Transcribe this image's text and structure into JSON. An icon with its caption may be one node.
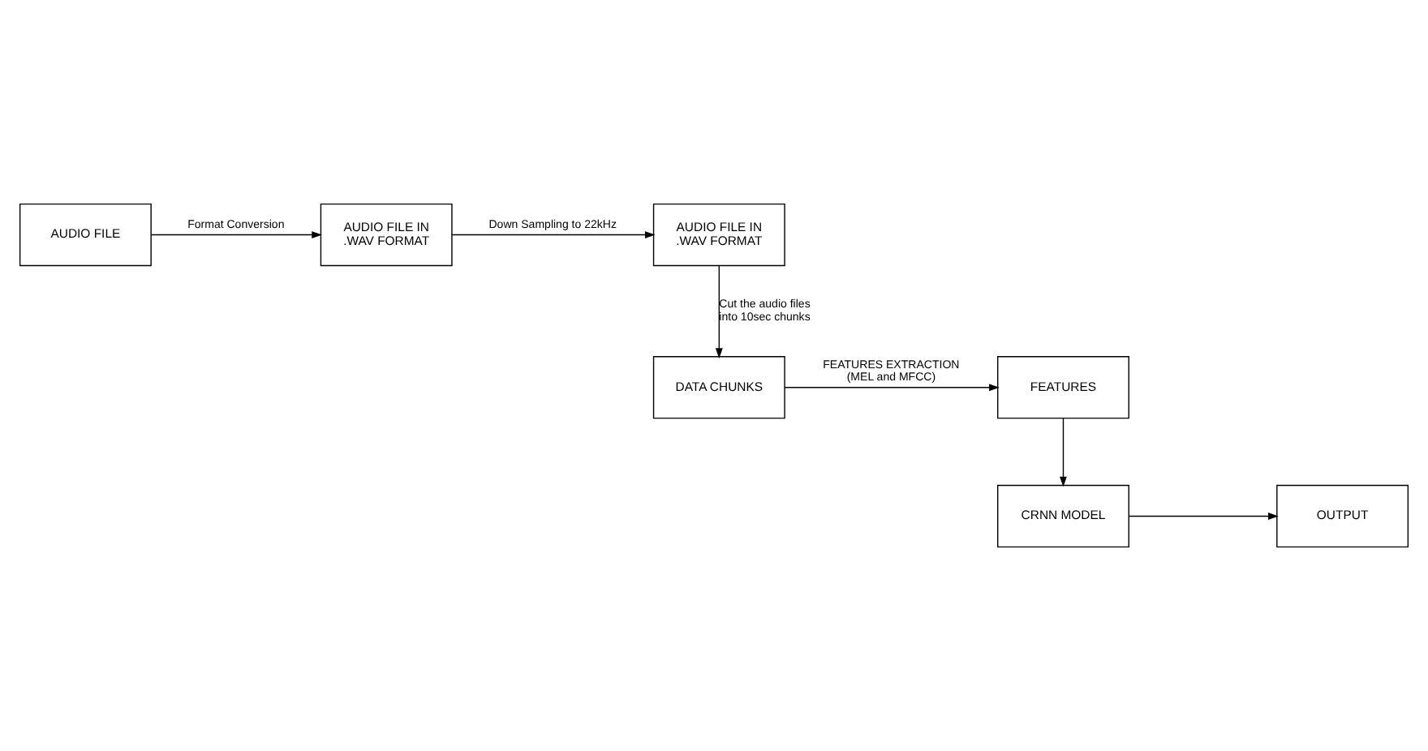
{
  "diagram": {
    "nodes": [
      {
        "text": [
          "AUDIO FILE"
        ]
      },
      {
        "text": [
          "AUDIO FILE IN .WAV FORMAT"
        ]
      },
      {
        "text": [
          "AUDIO FILE IN .WAV FORMAT"
        ]
      },
      {
        "text": [
          "DATA CHUNKS"
        ]
      },
      {
        "text": [
          "FEATURES"
        ]
      },
      {
        "text": [
          "CRNN MODEL"
        ]
      },
      {
        "text": [
          "OUTPUT"
        ]
      }
    ],
    "edges": [
      {
        "from": 0,
        "to": 1,
        "arrow": "to",
        "label": "Format Conversion"
      },
      {
        "from": 1,
        "to": 2,
        "arrow": "to",
        "label": "Down Sampling to 22kHz"
      },
      {
        "from": 2,
        "to": 3,
        "arrow": "to",
        "label": "Cut the audio files into 10sec chunks"
      },
      {
        "from": 3,
        "to": 4,
        "arrow": "to",
        "label": "FEATURES EXTRACTION (MEL and MFCC)"
      },
      {
        "from": 4,
        "to": 5,
        "arrow": "to"
      },
      {
        "from": 5,
        "to": 6,
        "arrow": "to"
      }
    ]
  }
}
